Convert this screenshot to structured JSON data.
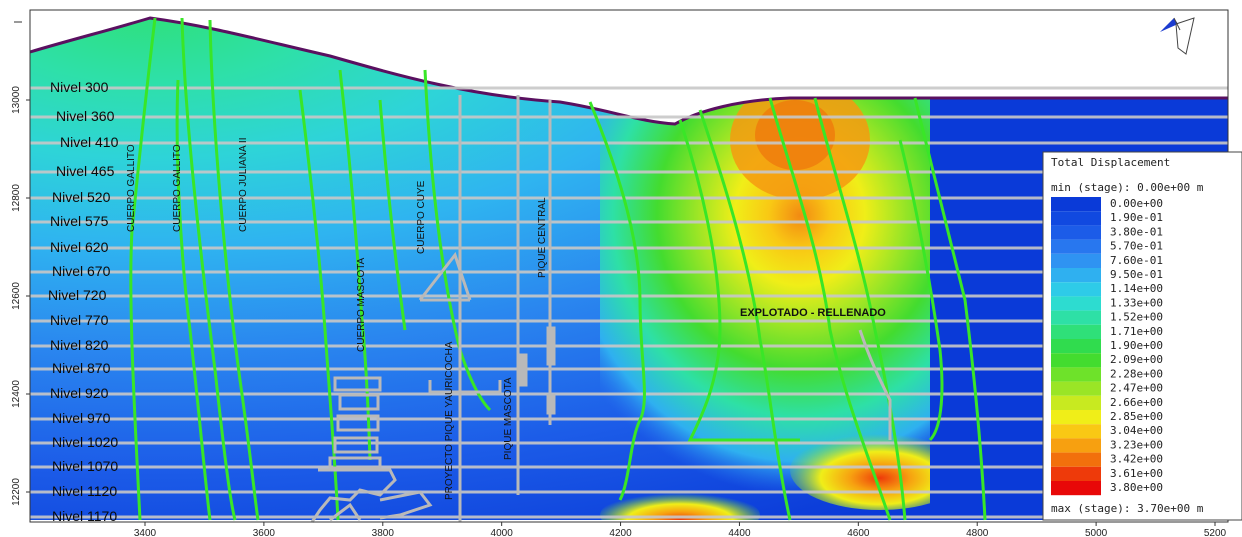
{
  "levels": [
    "Nivel 300",
    "Nivel 360",
    "Nivel 410",
    "Nivel 465",
    "Nivel 520",
    "Nivel 575",
    "Nivel 620",
    "Nivel 670",
    "Nivel 720",
    "Nivel 770",
    "Nivel 820",
    "Nivel 870",
    "Nivel 920",
    "Nivel 970",
    "Nivel 1020",
    "Nivel 1070",
    "Nivel 1120",
    "Nivel 1170"
  ],
  "x_axis": {
    "ticks": [
      "3400",
      "3600",
      "3800",
      "4000",
      "4200",
      "4400",
      "4600",
      "4800",
      "5000",
      "5200"
    ]
  },
  "y_axis": {
    "ticks": [
      "13000",
      "12800",
      "12600",
      "12400",
      "12200"
    ]
  },
  "bodies": [
    "CUERPO GALLITO",
    "CUERPO GALLITO",
    "CUERPO JULIANA II",
    "CUERPO MASCOTA",
    "CUERPO CUYE",
    "PROYECTO PIQUE YAURICOCHA",
    "PIQUE MASCOTA",
    "PIQUE CENTRAL"
  ],
  "zone_label": "EXPLOTADO - RELLENADO",
  "legend": {
    "title": "Total Displacement",
    "min_label": "min (stage): 0.00e+00 m",
    "max_label": "max (stage): 3.70e+00 m",
    "entries": [
      {
        "label": "0.00e+00",
        "color": "#0a3ad8"
      },
      {
        "label": "1.90e-01",
        "color": "#1149e0"
      },
      {
        "label": "3.80e-01",
        "color": "#1c5ce8"
      },
      {
        "label": "5.70e-01",
        "color": "#2877ef"
      },
      {
        "label": "7.60e-01",
        "color": "#2f93f2"
      },
      {
        "label": "9.50e-01",
        "color": "#2fb0f0"
      },
      {
        "label": "1.14e+00",
        "color": "#2ecbe8"
      },
      {
        "label": "1.33e+00",
        "color": "#2ddcd0"
      },
      {
        "label": "1.52e+00",
        "color": "#2ee0a6"
      },
      {
        "label": "1.71e+00",
        "color": "#2fe079"
      },
      {
        "label": "1.90e+00",
        "color": "#30dc4e"
      },
      {
        "label": "2.09e+00",
        "color": "#43dc2f"
      },
      {
        "label": "2.28e+00",
        "color": "#6ee22a"
      },
      {
        "label": "2.47e+00",
        "color": "#9ae526"
      },
      {
        "label": "2.66e+00",
        "color": "#c8ea20"
      },
      {
        "label": "2.85e+00",
        "color": "#f0ee18"
      },
      {
        "label": "3.04e+00",
        "color": "#f9c814"
      },
      {
        "label": "3.23e+00",
        "color": "#f7a010"
      },
      {
        "label": "3.42e+00",
        "color": "#f2700c"
      },
      {
        "label": "3.61e+00",
        "color": "#ee3a0a"
      },
      {
        "label": "3.80e+00",
        "color": "#e80808"
      }
    ]
  },
  "colors": {
    "contour": "#39e627",
    "infrastructure": "#b9b9b9",
    "surface": "#5a1060"
  }
}
